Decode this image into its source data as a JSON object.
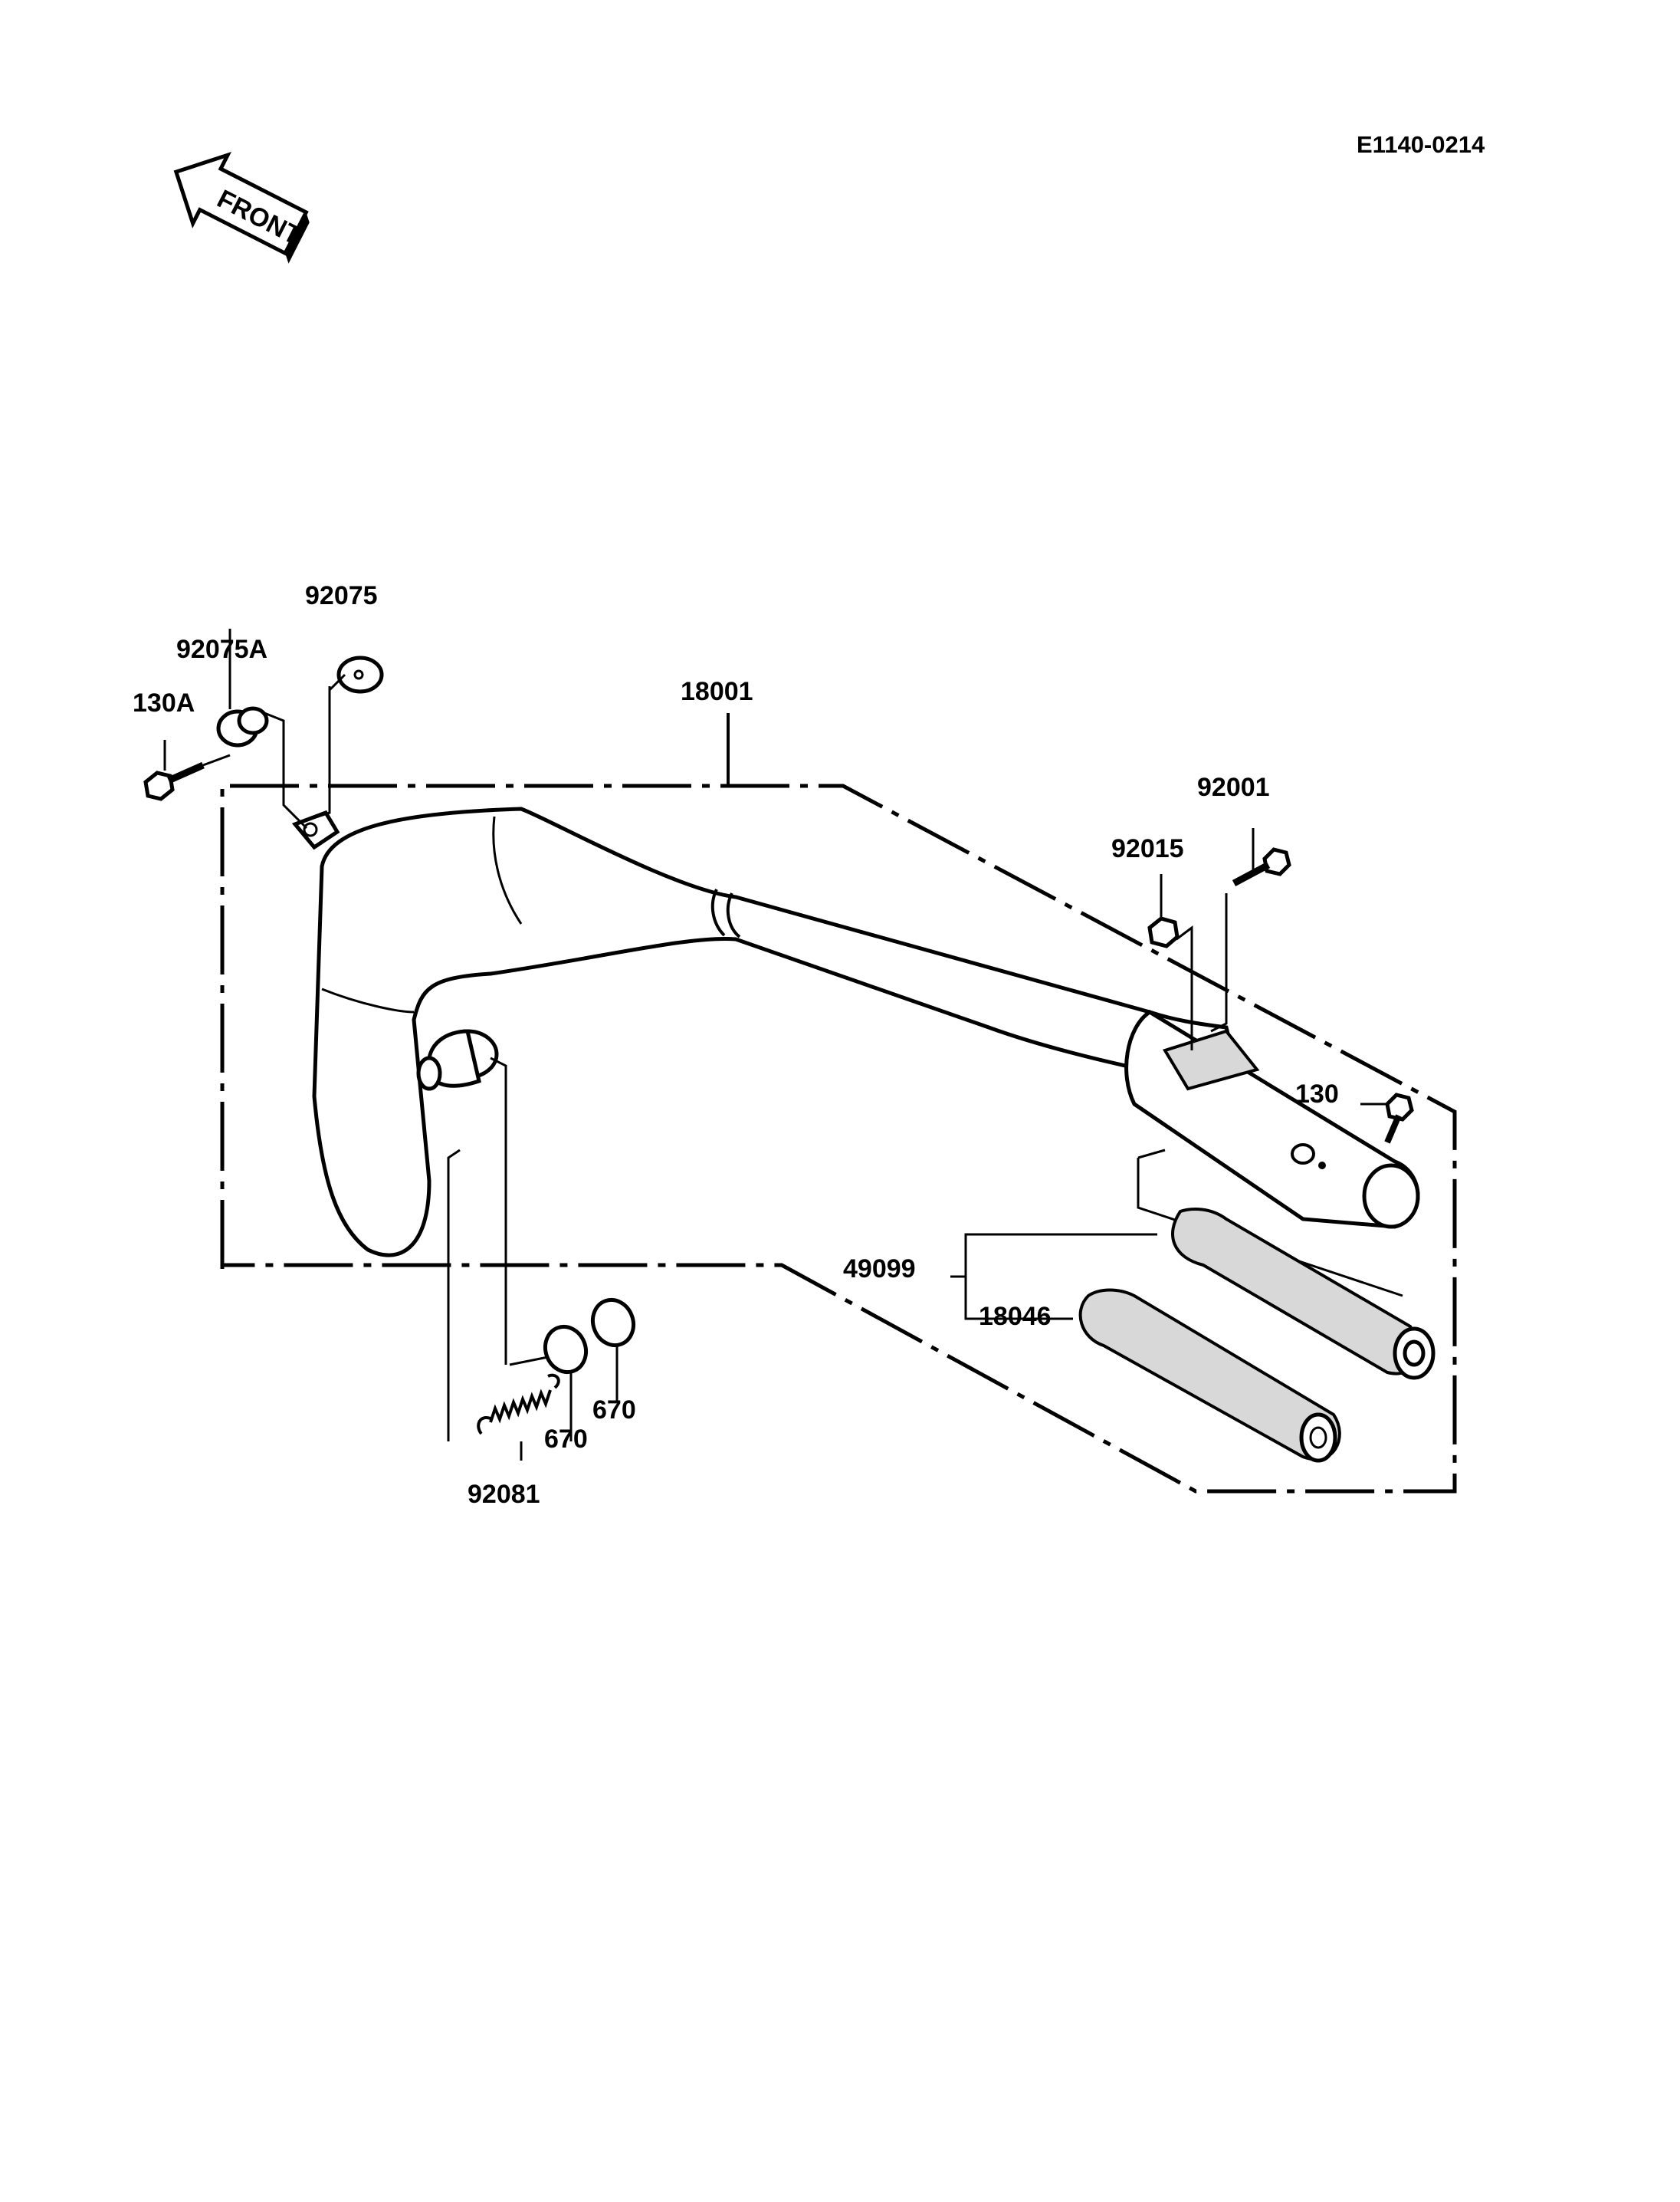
{
  "diagram": {
    "reference_code": "E1140-0214",
    "front_arrow_text": "FRONT",
    "parts": {
      "p92075": "92075",
      "p92075A": "92075A",
      "p130A": "130A",
      "p18001": "18001",
      "p92001": "92001",
      "p92015": "92015",
      "p130": "130",
      "p49099": "49099",
      "p18046": "18046",
      "p670a": "670",
      "p670b": "670",
      "p92081": "92081"
    }
  }
}
